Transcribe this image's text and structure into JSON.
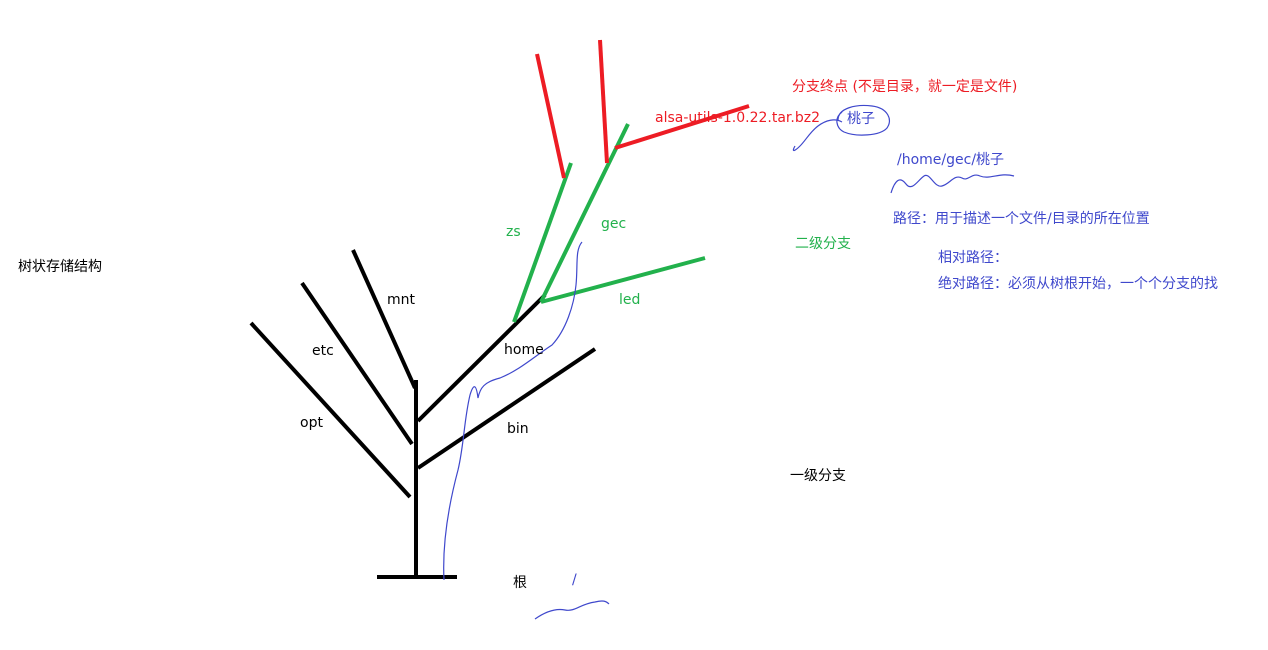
{
  "title": "树状存储结构",
  "colors": {
    "trunk": "#000000",
    "level2": "#22b14c",
    "leaf": "#ed1c24",
    "annotation": "#3f48cc"
  },
  "labels": {
    "root": "根",
    "root_path": "/",
    "level1_branch": "一级分支",
    "level2_branch": "二级分支",
    "branch_end": "分支终点 (不是目录，就一定是文件)",
    "archive": "alsa-utils-1.0.22.tar.bz2",
    "peach": "桃子",
    "peach_path": "/home/gec/桃子"
  },
  "dirs": {
    "opt": "opt",
    "etc": "etc",
    "mnt": "mnt",
    "home": "home",
    "bin": "bin",
    "zs": "zs",
    "gec": "gec",
    "led": "led"
  },
  "notes": {
    "path_def": "路径：用于描述一个文件/目录的所在位置",
    "relative": "相对路径：",
    "absolute": "绝对路径：必须从树根开始，一个个分支的找"
  }
}
